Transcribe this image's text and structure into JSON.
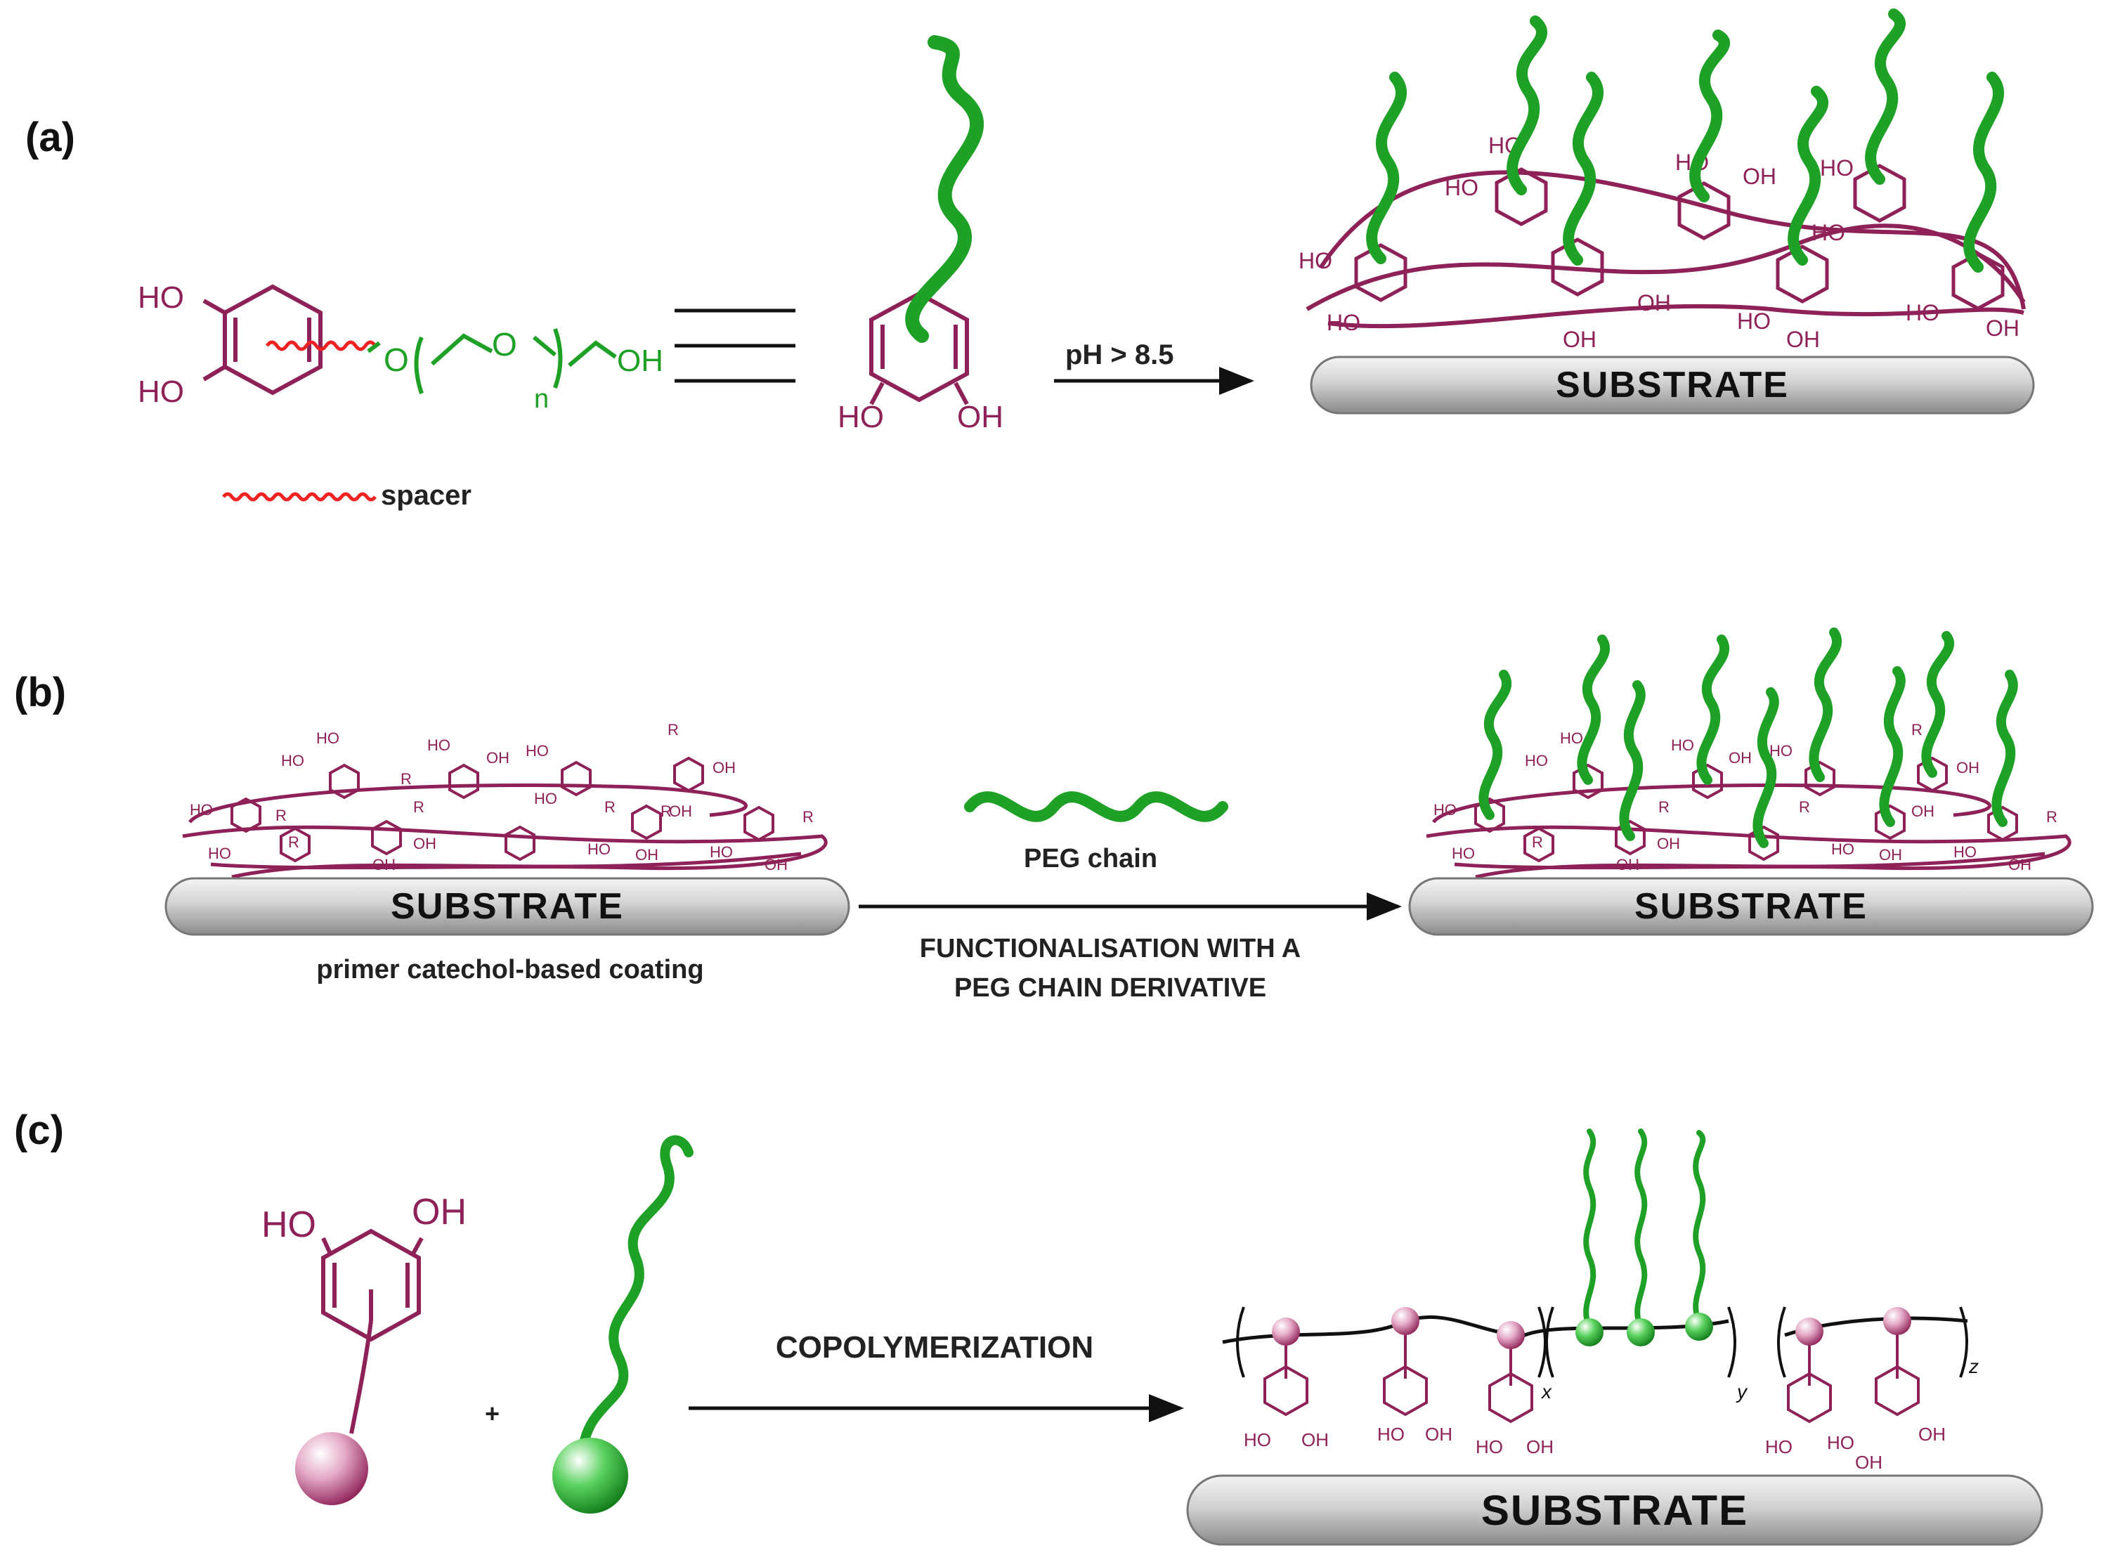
{
  "colors": {
    "catechol": "#8e2157",
    "peg": "#1ea126",
    "spacer": "#ee2222",
    "text": "#111111",
    "substrate": "#c8c8c8"
  },
  "panel_a": {
    "label": "(a)",
    "ho": "HO",
    "oh": "OH",
    "ether_o": "O",
    "subscript_n": "n",
    "spacer_label": "spacer",
    "arrow_label": "pH > 8.5",
    "substrate": "SUBSTRATE"
  },
  "panel_b": {
    "label": "(b)",
    "substrate_left": "SUBSTRATE",
    "substrate_right": "SUBSTRATE",
    "caption_left": "primer catechol-based coating",
    "peg_label": "PEG chain",
    "arrow_line1": "FUNCTIONALISATION WITH A",
    "arrow_line2": "PEG CHAIN DERIVATIVE",
    "r": "R"
  },
  "panel_c": {
    "label": "(c)",
    "ho": "HO",
    "oh": "OH",
    "plus": "+",
    "arrow_label": "COPOLYMERIZATION",
    "sub_x": "x",
    "sub_y": "y",
    "sub_z": "z",
    "substrate": "SUBSTRATE"
  }
}
